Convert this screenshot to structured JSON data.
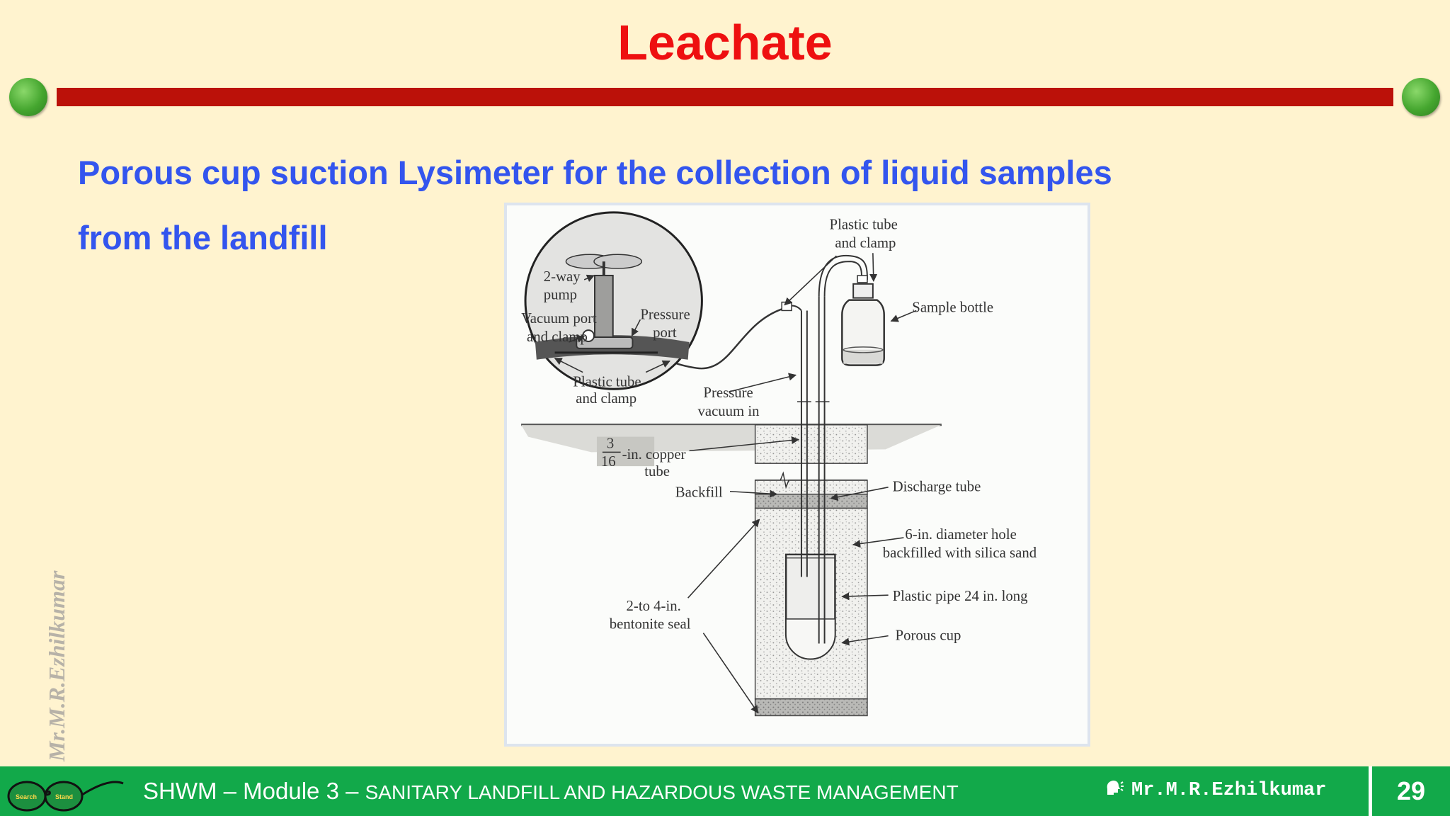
{
  "slide": {
    "title": "Leachate",
    "subtitle_line1": "Porous cup suction Lysimeter for the collection of liquid samples",
    "subtitle_line2": "from the landfill",
    "colors": {
      "background": "#fff3cf",
      "title": "#ee1010",
      "rule": "#bb1109",
      "subtitle": "#3355ee",
      "footer": "#12a94a"
    }
  },
  "figure": {
    "labels": {
      "two_way_1": "2-way",
      "two_way_2": "pump",
      "vacuum_1": "Vacuum port",
      "vacuum_2": "and clamp",
      "pressure_port_1": "Pressure",
      "pressure_port_2": "port",
      "plastic_tube_inset_1": "Plastic tube",
      "plastic_tube_inset_2": "and clamp",
      "plastic_tube_top_1": "Plastic tube",
      "plastic_tube_top_2": "and clamp",
      "sample_bottle": "Sample bottle",
      "pressure_vacuum_1": "Pressure",
      "pressure_vacuum_2": "vacuum in",
      "fraction_num": "3",
      "fraction_den": "16",
      "copper_1": "-in. copper",
      "copper_2": "tube",
      "backfill": "Backfill",
      "discharge_tube": "Discharge tube",
      "hole_1": "6-in. diameter hole",
      "hole_2": "backfilled with silica sand",
      "pipe": "Plastic pipe 24 in. long",
      "porous_cup": "Porous cup",
      "seal_1": "2-to 4-in.",
      "seal_2": "bentonite seal"
    }
  },
  "watermark": "Mr.M.R.Ezhilkumar",
  "footer": {
    "course_main": "SHWM – Module 3 – ",
    "course_small": "SANITARY LANDFILL AND HAZARDOUS WASTE MANAGEMENT",
    "author": "Mr.M.R.Ezhilkumar",
    "page_number": "29",
    "logo_text_1": "Search",
    "logo_text_2": "Stand"
  }
}
